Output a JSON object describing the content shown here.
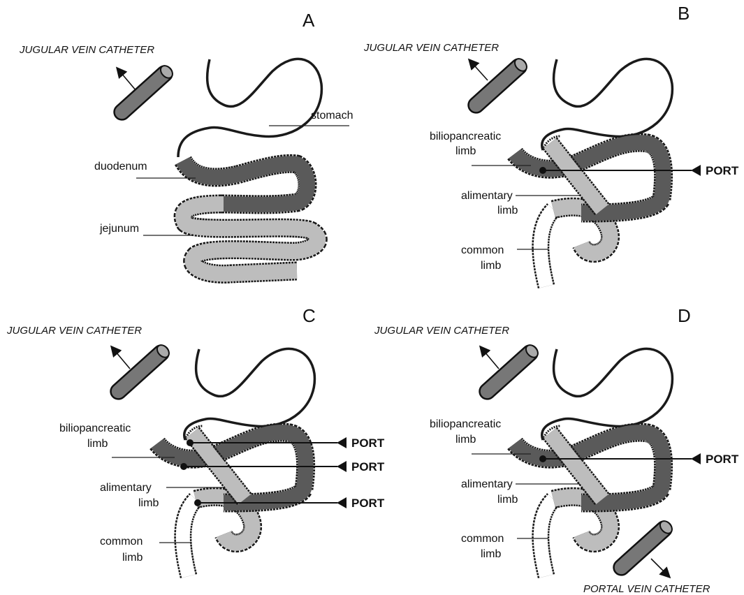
{
  "panels": {
    "A": {
      "letter": "A",
      "catheter": "JUGULAR VEIN CATHETER",
      "labels": {
        "stomach": "stomach",
        "duodenum": "duodenum",
        "jejunum": "jejunum"
      }
    },
    "B": {
      "letter": "B",
      "catheter": "JUGULAR VEIN CATHETER",
      "labels": {
        "bp_line1": "biliopancreatic",
        "bp_line2": "limb",
        "al_line1": "alimentary",
        "al_line2": "limb",
        "co_line1": "common",
        "co_line2": "limb"
      },
      "ports": [
        "PORT"
      ]
    },
    "C": {
      "letter": "C",
      "catheter": "JUGULAR VEIN CATHETER",
      "labels": {
        "bp_line1": "biliopancreatic",
        "bp_line2": "limb",
        "al_line1": "alimentary",
        "al_line2": "limb",
        "co_line1": "common",
        "co_line2": "limb"
      },
      "ports": [
        "PORT",
        "PORT",
        "PORT"
      ]
    },
    "D": {
      "letter": "D",
      "catheter": "JUGULAR VEIN CATHETER",
      "catheter2": "PORTAL VEIN CATHETER",
      "labels": {
        "bp_line1": "biliopancreatic",
        "bp_line2": "limb",
        "al_line1": "alimentary",
        "al_line2": "limb",
        "co_line1": "common",
        "co_line2": "limb"
      },
      "ports": [
        "PORT"
      ]
    }
  },
  "colors": {
    "dark_limb": "#5a5a5a",
    "light_limb": "#bdbdbd",
    "catheter": "#777777",
    "outline": "#1a1a1a"
  }
}
